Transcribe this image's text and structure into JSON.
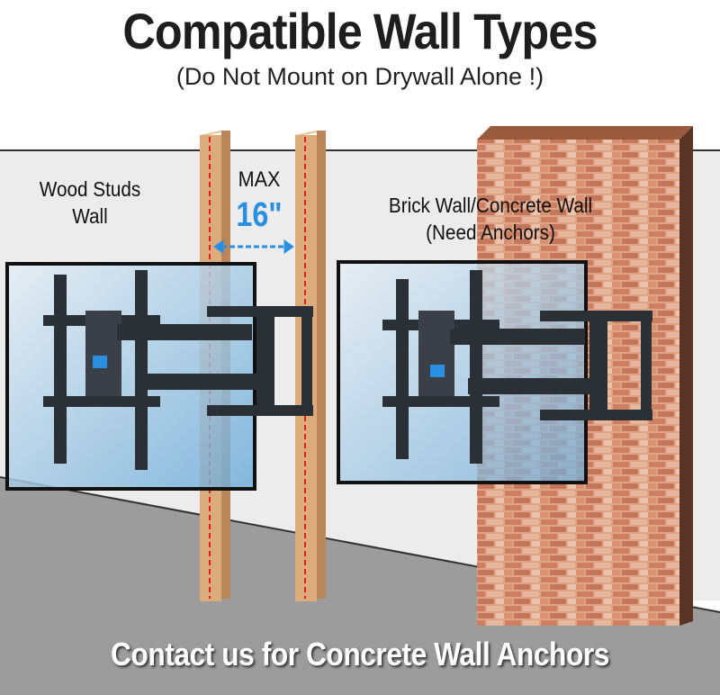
{
  "header": {
    "title": "Compatible Wall Types",
    "subtitle": "(Do Not Mount on Drywall Alone !)"
  },
  "wood": {
    "label_line1": "Wood Studs",
    "label_line2": "Wall",
    "max_label": "MAX",
    "spacing": "16\""
  },
  "brick": {
    "label_line1": "Brick Wall/Concrete Wall",
    "label_line2": "(Need Anchors)"
  },
  "footer": {
    "text": "Contact us for Concrete Wall Anchors"
  },
  "colors": {
    "accent": "#2a8fe0",
    "wall": "#ececec",
    "floor": "#9c9c9c",
    "wood": "#d9a574",
    "brick": "#c9704c"
  }
}
